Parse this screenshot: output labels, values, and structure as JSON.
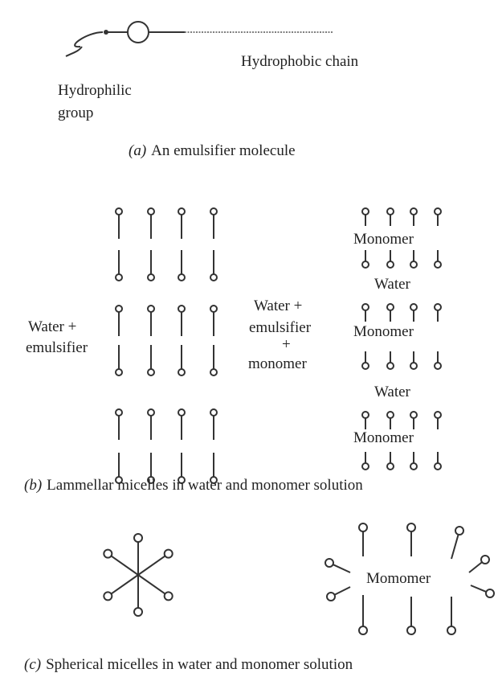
{
  "part_a": {
    "chain_label": "Hydrophobic chain",
    "head_label_line1": "Hydrophilic",
    "head_label_line2": "group",
    "caption_letter": "(a)",
    "caption_text": "An emulsifier molecule"
  },
  "part_b": {
    "left_label_line1": "Water +",
    "left_label_line2": "emulsifier",
    "middle_label_line1": "Water +",
    "middle_label_line2": "emulsifier",
    "middle_label_line3": "+",
    "middle_label_line4": "monomer",
    "right_labels": [
      "Monomer",
      "Water",
      "Monomer",
      "Water",
      "Monomer"
    ],
    "caption_letter": "(b)",
    "caption_text": "Lammellar micelles in water and monomer solution"
  },
  "part_c": {
    "core_label": "Momomer",
    "caption_letter": "(c)",
    "caption_text": "Spherical micelles in water and monomer solution"
  }
}
